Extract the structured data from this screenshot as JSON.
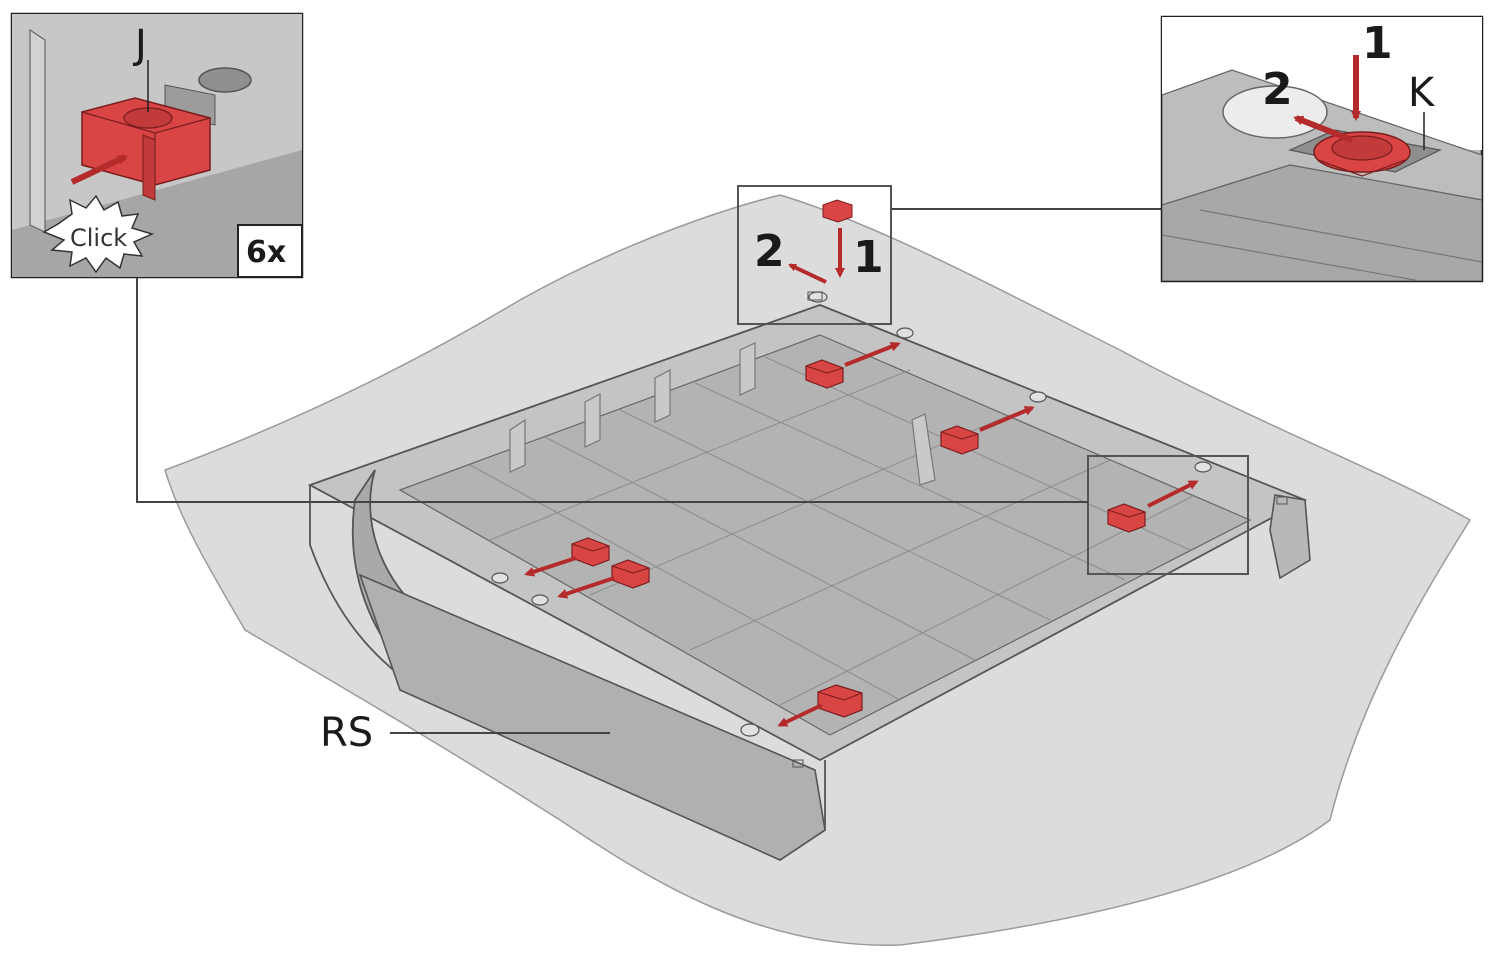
{
  "labels": {
    "part_j": "J",
    "part_k": "K",
    "part_rs": "RS",
    "click": "Click",
    "count": "6x",
    "step1": "1",
    "step2": "2"
  },
  "colors": {
    "clip_red": "#d94444",
    "arrow_red": "#b52a2a",
    "sheet": "#d9d9d9",
    "tray": "#b8b8b8",
    "outline": "#555555"
  },
  "icons": [
    "clip-icon",
    "arrow-icon",
    "starburst-icon"
  ]
}
